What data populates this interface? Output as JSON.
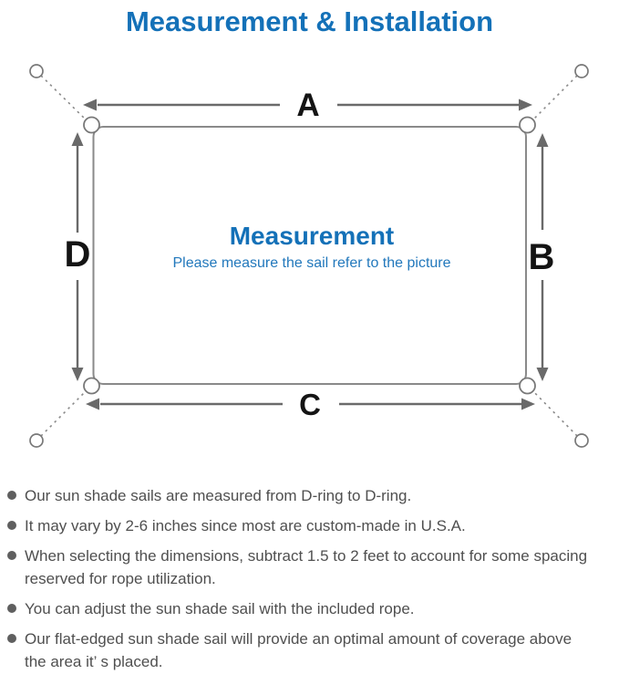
{
  "title": "Measurement & Installation",
  "colors": {
    "accent_blue": "#1471b8",
    "diagram_line_gray": "#8a8a8a",
    "arrow_gray": "#6a6a6a",
    "label_black": "#141414",
    "note_text_gray": "#4f4f4f"
  },
  "diagram": {
    "heading": "Measurement",
    "subheading": "Please measure the sail refer to the picture",
    "labels": {
      "top": "A",
      "right": "B",
      "bottom": "C",
      "left": "D"
    }
  },
  "notes": [
    "Our sun shade sails are measured from D-ring to D-ring.",
    "It may vary by 2-6 inches since most are custom-made in U.S.A.",
    "When selecting the dimensions, subtract 1.5 to 2 feet to account for some spacing\nreserved for rope utilization.",
    "You can adjust the sun shade sail with the included rope.",
    "Our flat-edged sun shade sail will provide an optimal amount of coverage above\nthe area it’ s placed."
  ]
}
